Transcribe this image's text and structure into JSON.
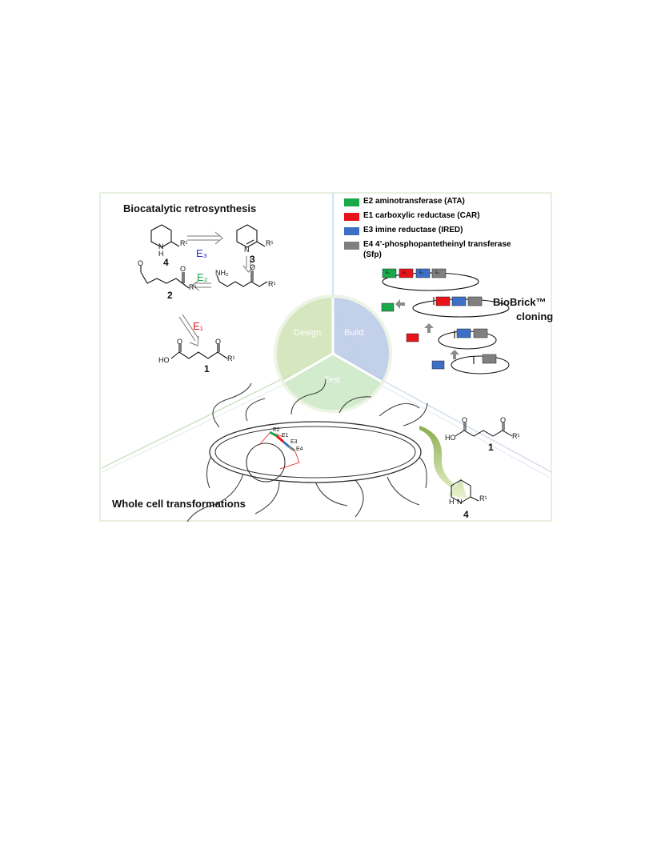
{
  "panels": {
    "design_title": "Biocatalytic retrosynthesis",
    "test_title": "Whole cell transformations",
    "biobrick_title_line1": "BioBrick™",
    "biobrick_title_line2": "cloning"
  },
  "legend": [
    {
      "label": "E2 aminotransferase (ATA)",
      "color": "#1aa84a"
    },
    {
      "label": "E1 carboxylic reductase (CAR)",
      "color": "#e8141b"
    },
    {
      "label": "E3 imine reductase (IRED)",
      "color": "#3d6fc6"
    },
    {
      "label": "E4 4’-phosphopantetheinyl transferase",
      "label_line2": "(Sfp)",
      "color": "#7f7f7f"
    }
  ],
  "cycle": {
    "design": "Design",
    "build": "Build",
    "test": "Test",
    "colors": {
      "design": "#cfe3b5",
      "build": "#b9c8e6",
      "test": "#c9e8c4"
    }
  },
  "compounds": {
    "c4": "4",
    "c3": "3",
    "c2": "2",
    "c1": "1",
    "r1": "R¹",
    "nh": "N",
    "h": "H",
    "nh2": "NH₂",
    "o": "O",
    "ho": "HO"
  },
  "enzymes": {
    "e3": "E₃",
    "e2": "E₂",
    "e1": "E₁"
  },
  "cell_labels": {
    "e2": "E2",
    "e1": "E1",
    "e3": "E3",
    "e4": "E4"
  },
  "genes": {
    "e2": "E₂",
    "e1": "E₁",
    "e3": "E₃",
    "e4": "E₄"
  }
}
